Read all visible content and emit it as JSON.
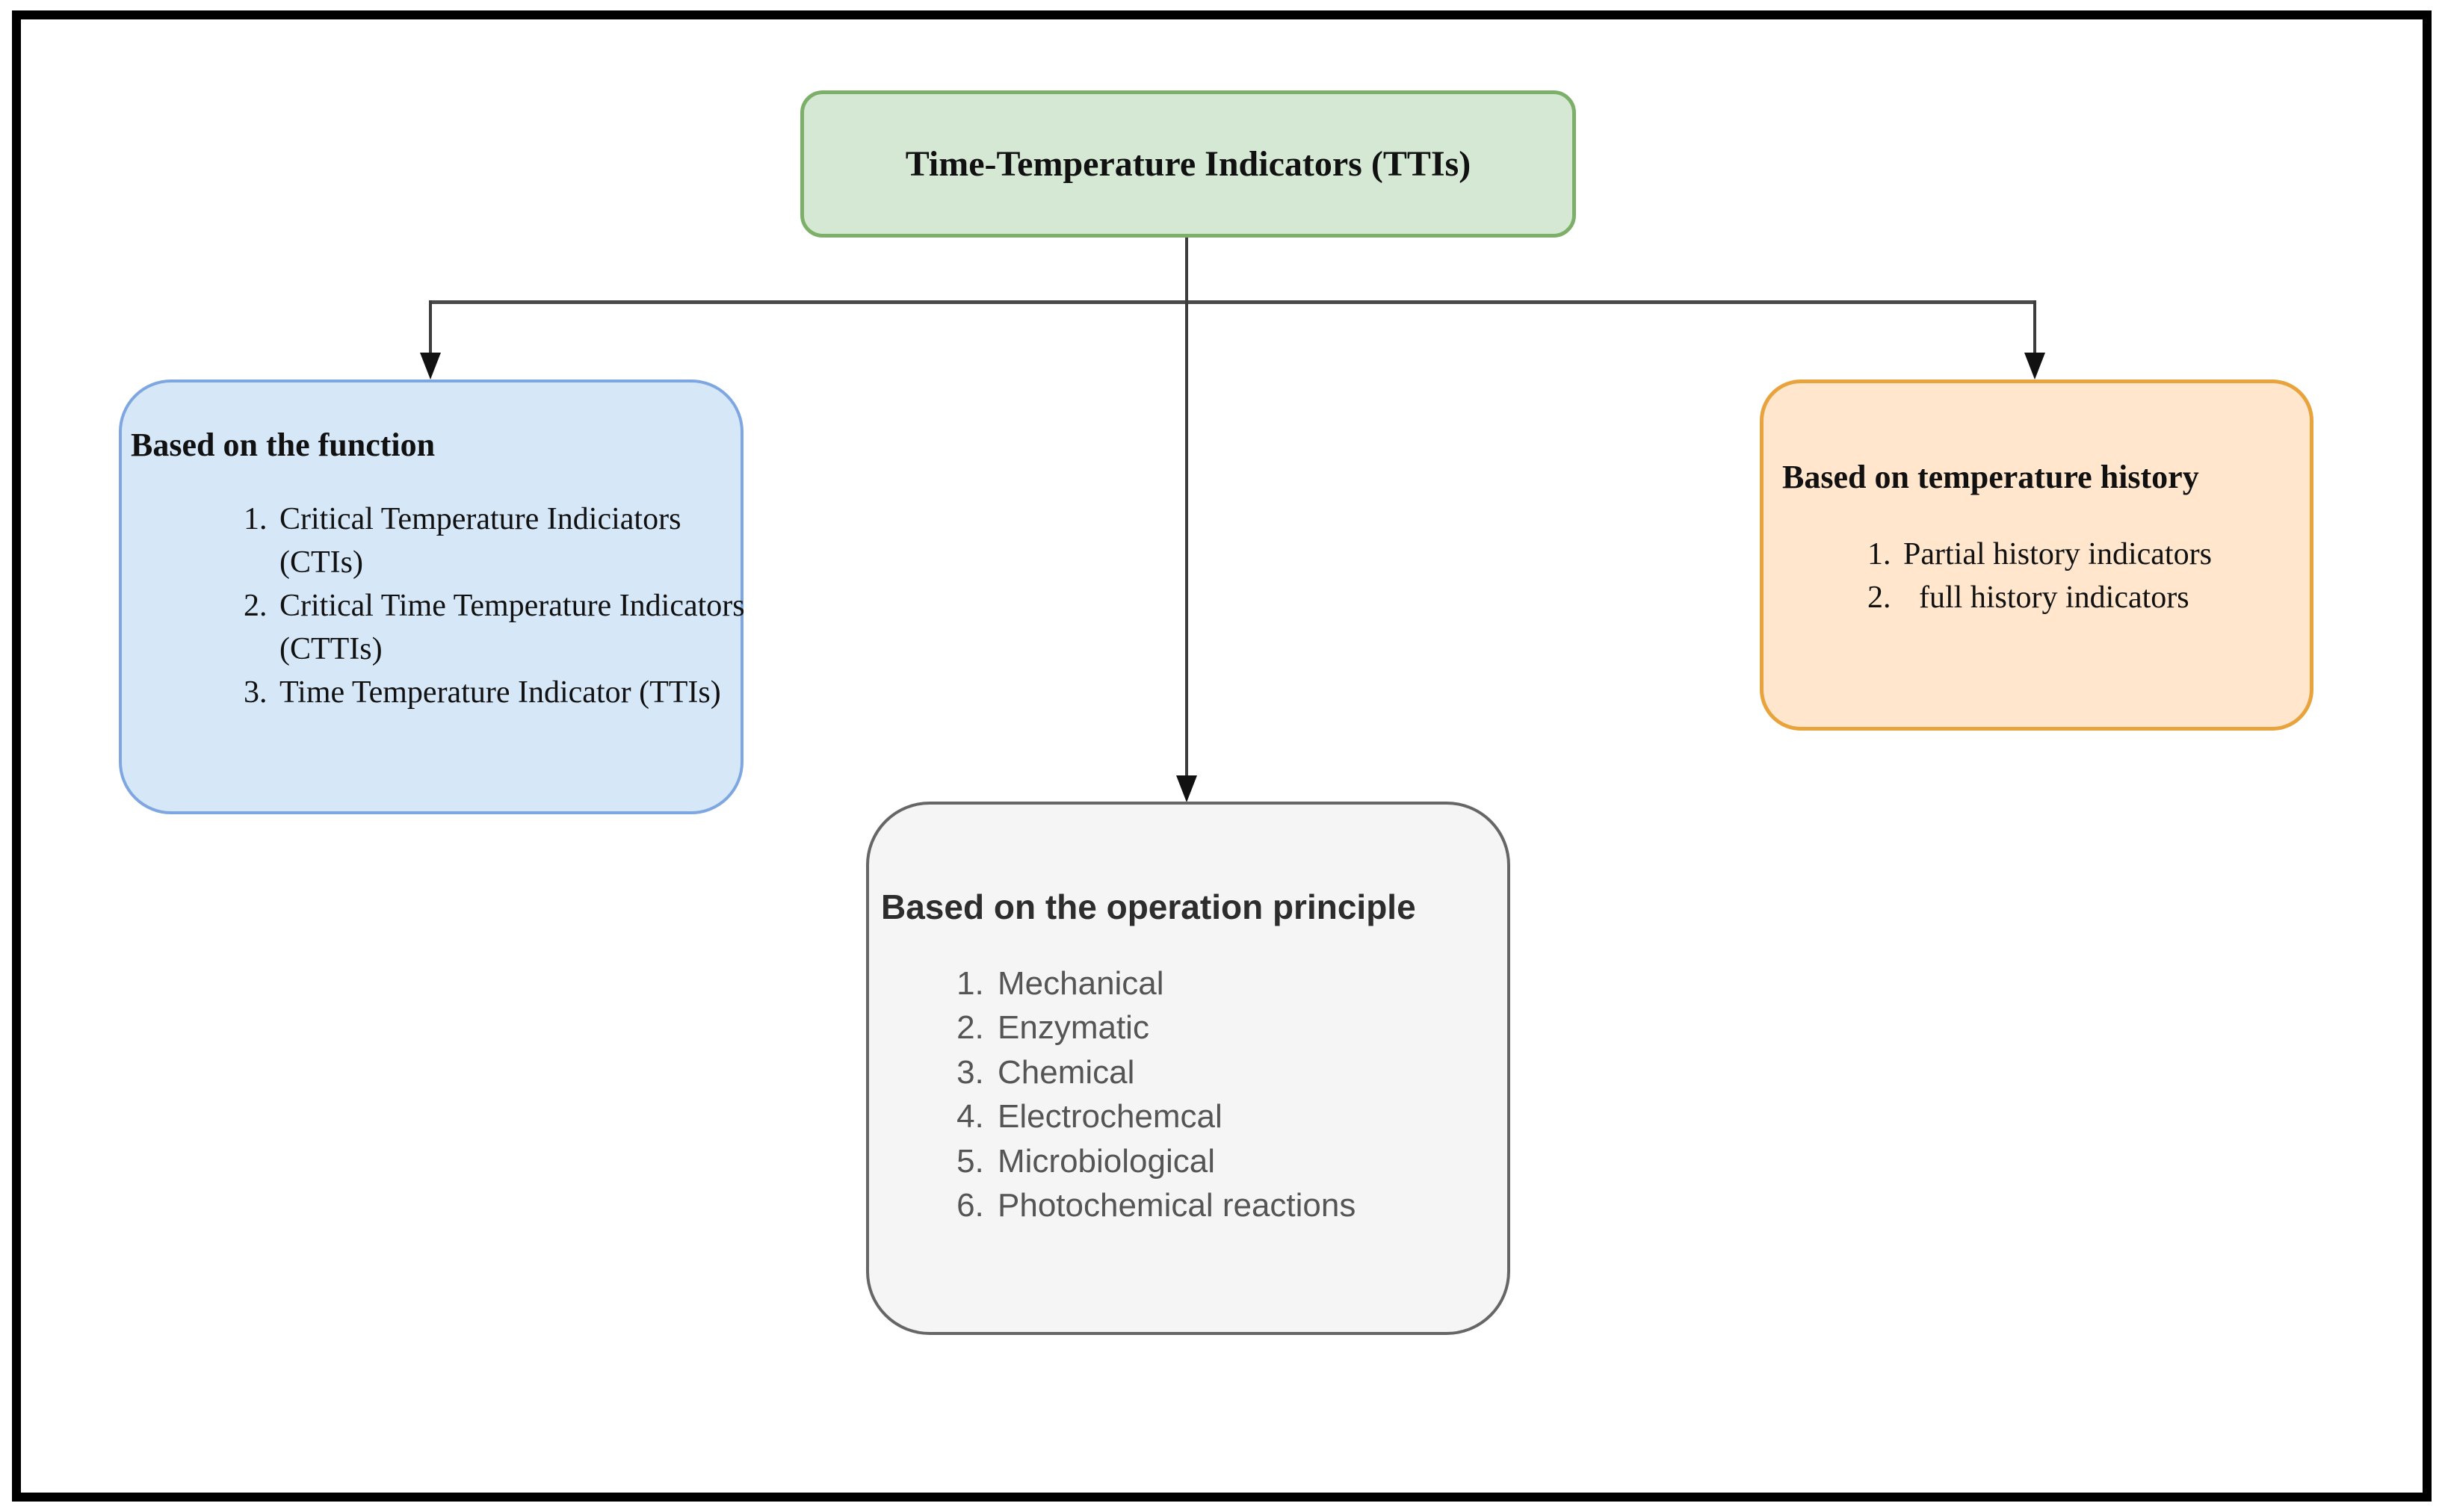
{
  "title_box": {
    "label": "Time-Temperature Indicators (TTIs)"
  },
  "boxes": {
    "function": {
      "title": "Based on the function",
      "items": [
        "Critical Temperature Indiciators (CTIs)",
        "Critical Time Temperature Indicators (CTTIs)",
        "Time Temperature Indicator (TTIs)"
      ]
    },
    "operation": {
      "title": "Based on the operation principle",
      "items": [
        "Mechanical",
        "Enzymatic",
        "Chemical",
        "Electrochemcal",
        "Microbiological",
        "Photochemical reactions"
      ]
    },
    "history": {
      "title": "Based on temperature history",
      "items": [
        "Partial history indicators",
        "  full history indicators"
      ]
    }
  },
  "colors": {
    "root_fill": "#d5e8d4",
    "root_border": "#7cb069",
    "function_fill": "#d6e7f8",
    "function_border": "#7ea6e0",
    "operation_fill": "#f5f5f5",
    "operation_border": "#666666",
    "history_fill": "#ffe6cc",
    "history_border": "#e8a33c",
    "connector": "#3d3d3d",
    "frame": "#000000"
  }
}
